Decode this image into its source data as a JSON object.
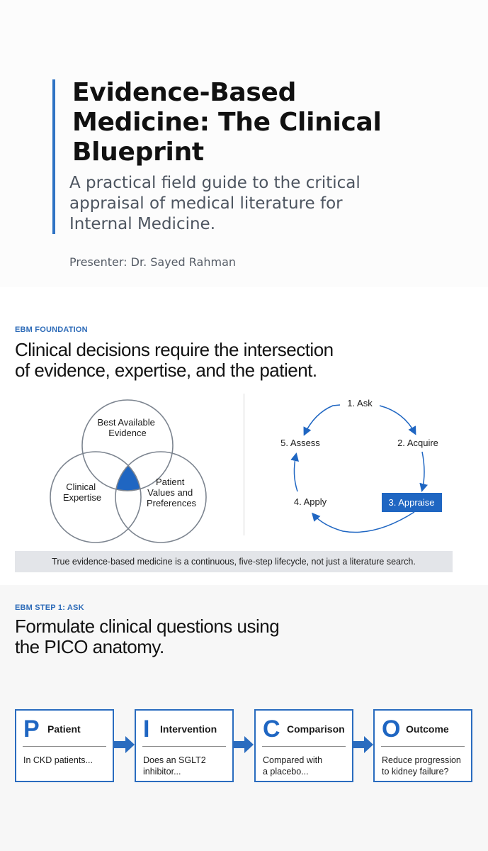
{
  "title_slide": {
    "title_lines": [
      "Evidence-Based",
      "Medicine: The Clinical",
      "Blueprint"
    ],
    "subtitle_lines": [
      "A practical field guide to the critical",
      "appraisal of medical literature for",
      "Internal Medicine."
    ],
    "presenter": "Presenter: Dr. Sayed Rahman",
    "accent_color": "#2f73c4"
  },
  "foundation_slide": {
    "tag": "EBM FOUNDATION",
    "heading_lines": [
      "Clinical decisions require the intersection",
      "of evidence, expertise, and the patient."
    ],
    "venn": {
      "evidence_lines": [
        "Best Available",
        "Evidence"
      ],
      "expertise_lines": [
        "Clinical",
        "Expertise"
      ],
      "patient_lines": [
        "Patient",
        "Values and",
        "Preferences"
      ],
      "intersection_color": "#1f66c2"
    },
    "cycle": {
      "steps": [
        "1. Ask",
        "2. Acquire",
        "3. Appraise",
        "4. Apply",
        "5. Assess"
      ],
      "highlighted_step": "3. Appraise",
      "highlight_color": "#1f66c2"
    },
    "banner": "True evidence-based medicine is a continuous, five-step lifecycle, not just a literature search."
  },
  "pico_slide": {
    "tag": "EBM STEP 1: ASK",
    "heading_lines": [
      "Formulate clinical questions using",
      "the PICO anatomy."
    ],
    "boxes": [
      {
        "letter": "P",
        "name": "Patient",
        "text_lines": [
          "In CKD patients..."
        ]
      },
      {
        "letter": "I",
        "name": "Intervention",
        "text_lines": [
          "Does an SGLT2",
          "inhibitor..."
        ]
      },
      {
        "letter": "C",
        "name": "Comparison",
        "text_lines": [
          "Compared with",
          "a placebo..."
        ]
      },
      {
        "letter": "O",
        "name": "Outcome",
        "text_lines": [
          "Reduce progression",
          "to kidney failure?"
        ]
      }
    ],
    "accent_color": "#2a6cbf"
  }
}
